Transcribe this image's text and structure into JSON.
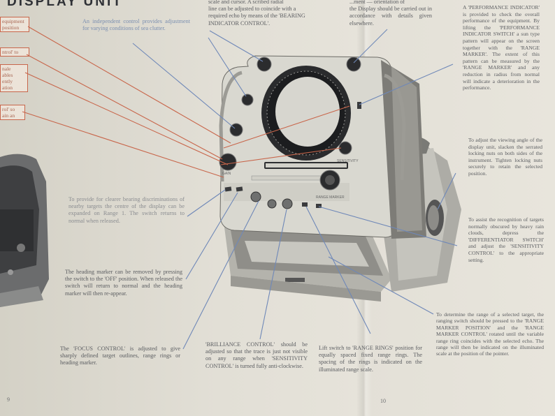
{
  "heading": "DISPLAY UNIT",
  "left_page": {
    "page_number": "9",
    "red_boxes": [
      {
        "lines": [
          "equipment",
          "position"
        ]
      },
      {
        "lines": [
          "ntrol' to"
        ]
      },
      {
        "lines": [
          "nale",
          "ables",
          "ently",
          "ation"
        ]
      },
      {
        "lines": [
          "rol' so",
          "ain an"
        ]
      }
    ],
    "top_partial": [
      "line can be adjusted to coincide with a",
      "required echo by means of the 'BEARING",
      "INDICATOR CONTROL'."
    ],
    "top_partial_first": "scale and cursor. A scribed radial",
    "independent_control": "An independent control provides adjustment for varying conditions of sea clutter.",
    "expand_note": "To provide for clearer bearing discriminations of nearby targets the centre of the display can be expanded on Range 1. The switch returns to normal when released.",
    "heading_marker": "The heading marker can be removed by pressing the switch to the 'OFF' position. When released the switch will return to normal and the heading marker will then re-appear.",
    "focus_control": "The 'FOCUS CONTROL' is adjusted to give sharply defined target outlines, range rings or heading marker.",
    "brilliance_control": "'BRILLIANCE CONTROL' should be adjusted so that the trace is just not visible on any range when 'SENSITIVITY CONTROL' is turned fully anti-clockwise.",
    "range_rings": "Lift switch to 'RANGE RINGS' position for equally spaced fixed range rings. The spacing of the rings is indicated on the illuminated range scale."
  },
  "right_page": {
    "page_number": "10",
    "top_partial": "the Display should be carried out in accordance with details given elsewhere.",
    "top_partial_first": "...ment — orientation of",
    "performance": "A 'PERFORMANCE INDICATOR' is provided to check the overall performance of the equipment. By lifting the 'PERFORMANCE INDICATOR SWITCH' a sun type pattern will appear on the screen together with the 'RANGE MARKER'. The extent of this pattern can be measured by the 'RANGE MARKER' and any reduction in radius from normal will indicate a deterioration in the performance.",
    "viewing_angle": "To adjust the viewing angle of the display unit, slacken the serrated locking nuts on both sides of the instrument. Tighten locking nuts securely to retain the selected position.",
    "recognition": "To assist the recognition of targets normally obscured by heavy rain clouds, depress the 'DIFFERENTIATOR SWITCH' and adjust the 'SENSITIVITY CONTROL' to the appropriate setting.",
    "range_of_target": "To determine the range of a selected target, the ranging switch should be pressed to the 'RANGE MARKER POSITION' and the 'RANGE MARKER CONTROL' rotated until the variable range ring coincides with the selected echo. The range will then be indicated on the illuminated scale at the position of the pointer."
  },
  "unit_labels": {
    "left_knob": "GAIN",
    "right_knob": "SENSITIVITY",
    "bottom_panel": "RANGE MARKER"
  },
  "colors": {
    "paper": "#e4e1d8",
    "red_leader": "#c8664b",
    "blue_leader": "#6f88b8",
    "unit_body": "#bdbcb4"
  }
}
